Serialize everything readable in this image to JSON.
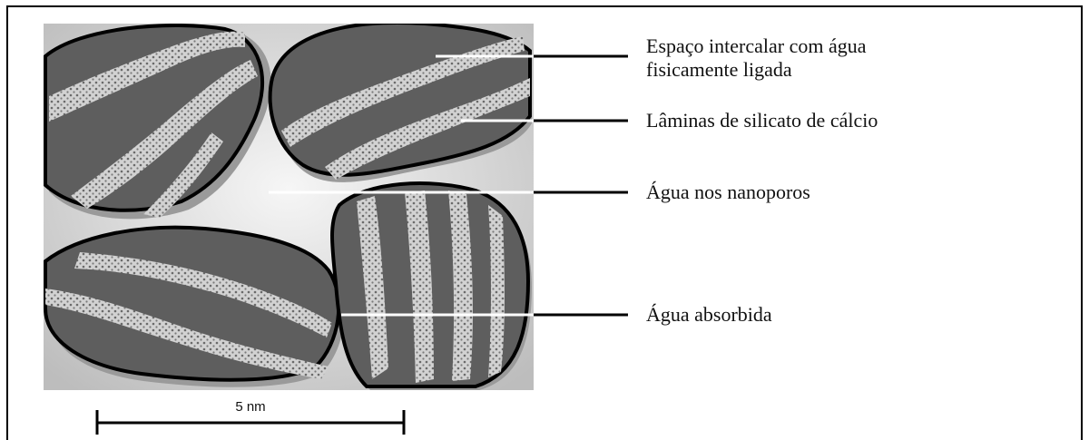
{
  "labels": {
    "intercalar": [
      "Espaço intercalar com água",
      "fisicamente ligada"
    ],
    "laminas": "Lâminas de silicato de cálcio",
    "nanoporos": "Água nos nanoporos",
    "absorbida": "Água absorbida"
  },
  "scale": {
    "text": "5 nm"
  },
  "colors": {
    "grain": "#5f5f5f",
    "halo": "#8a8a8a",
    "background": "#e4e4e4",
    "layer": "#c9c9c9"
  }
}
